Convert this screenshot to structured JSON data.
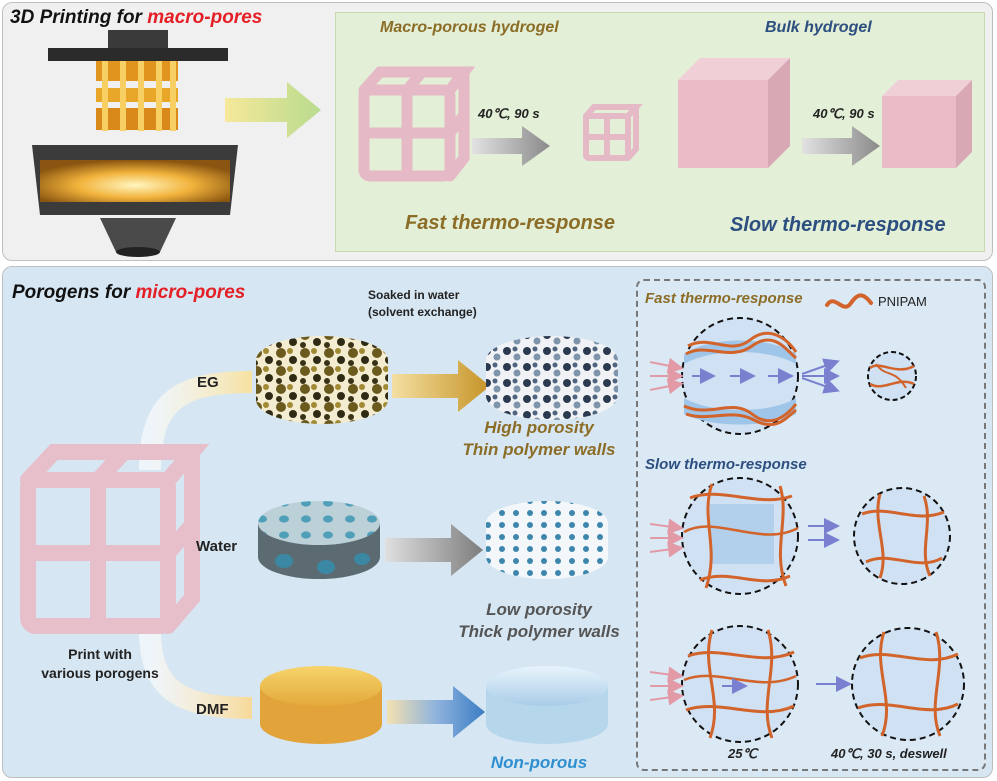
{
  "top_panel": {
    "title_prefix": "3D Printing for ",
    "title_highlight": "macro-pores",
    "macro_label": "Macro-porous hydrogel",
    "bulk_label": "Bulk hydrogel",
    "condition_1": "40℃, 90 s",
    "condition_2": "40℃, 90 s",
    "fast_label": "Fast thermo-response",
    "slow_label": "Slow thermo-response"
  },
  "bottom_panel": {
    "title_prefix": "Porogens for ",
    "title_highlight": "micro-pores",
    "soak_line1": "Soaked in water",
    "soak_line2": "(solvent exchange)",
    "print_line1": "Print with",
    "print_line2": "various porogens",
    "branches": [
      {
        "porogen": "EG",
        "result_line1": "High porosity",
        "result_line2": "Thin polymer walls"
      },
      {
        "porogen": "Water",
        "result_line1": "Low porosity",
        "result_line2": "Thick polymer walls"
      },
      {
        "porogen": "DMF",
        "result_line1": "Non-porous",
        "result_line2": ""
      }
    ]
  },
  "inset": {
    "fast_label": "Fast thermo-response",
    "slow_label": "Slow thermo-response",
    "legend_label": "PNIPAM",
    "temp_left": "25℃",
    "temp_right": "40℃, 30 s, deswell"
  },
  "colors": {
    "highlight": "#e41f26",
    "brown_text": "#8c6d27",
    "navy_text": "#2c4f80",
    "blue_text": "#2d8fd0",
    "polymer": "#d2642b",
    "hydrogel_pink": "#e8bfc9"
  }
}
